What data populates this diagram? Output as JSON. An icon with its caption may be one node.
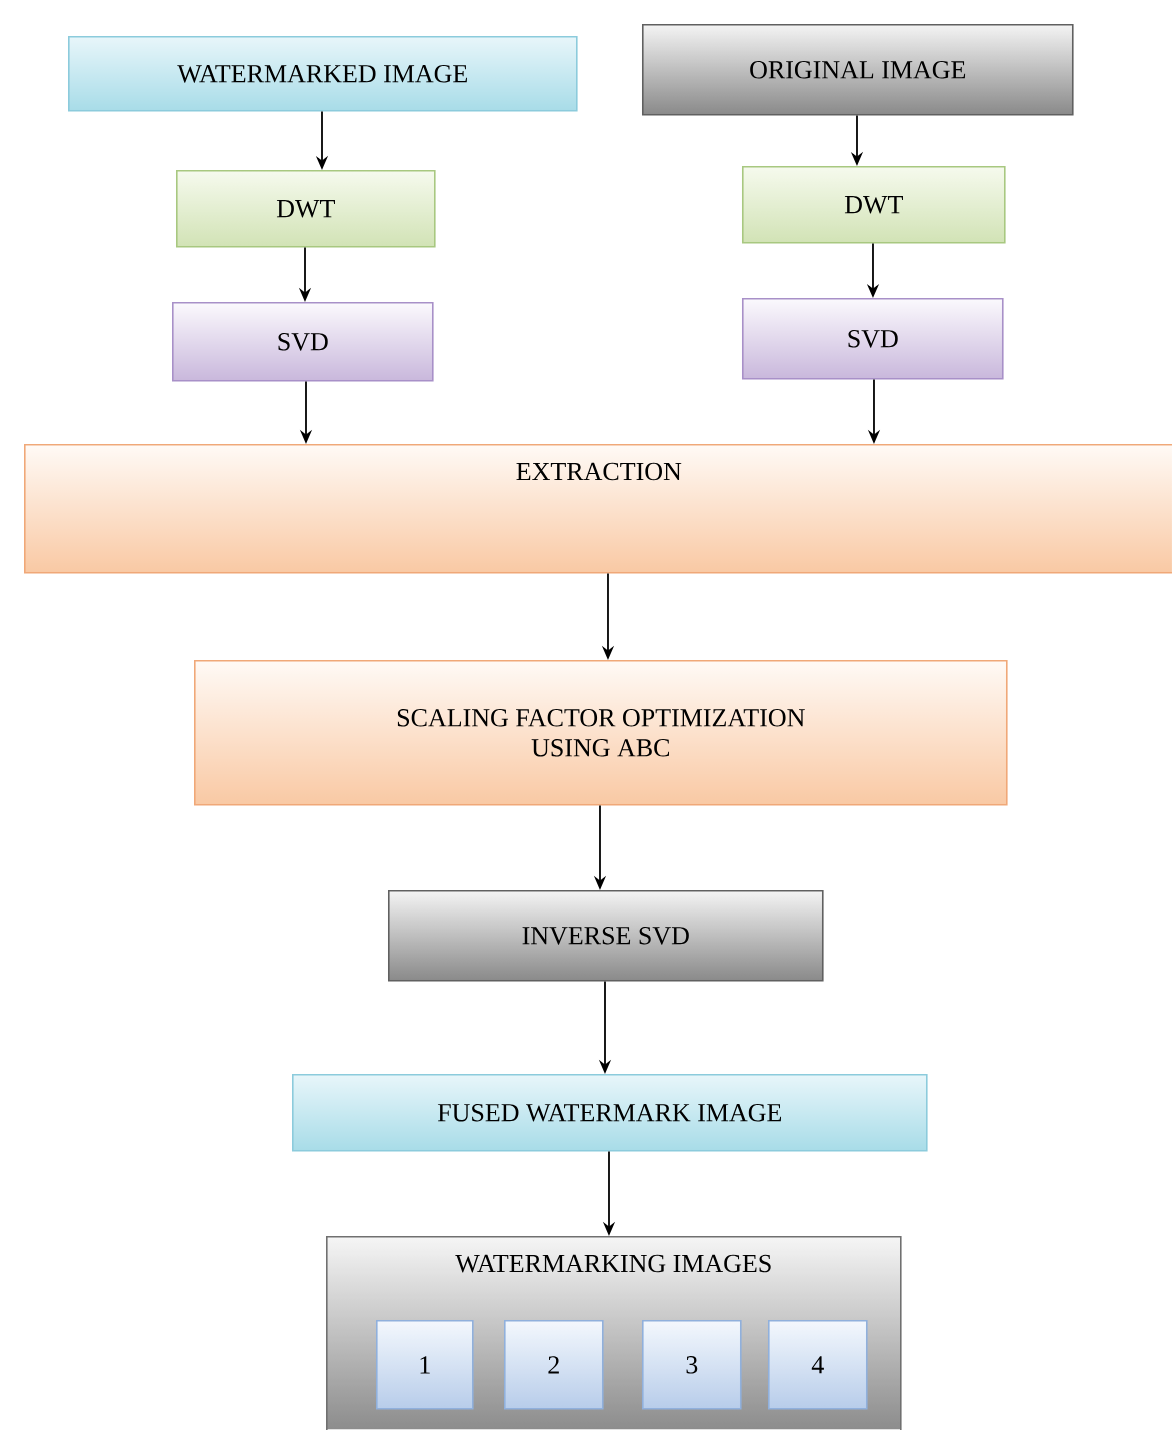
{
  "diagram": {
    "nodes": [
      {
        "text": [
          "WATERMARKED IMAGE"
        ]
      },
      {
        "text": [
          "ORIGINAL IMAGE"
        ]
      },
      {
        "text": [
          "DWT"
        ]
      },
      {
        "text": [
          "DWT"
        ]
      },
      {
        "text": [
          "SVD"
        ]
      },
      {
        "text": [
          "SVD"
        ]
      },
      {
        "text": [
          "EXTRACTION"
        ]
      },
      {
        "text": [
          "SCALING FACTOR OPTIMIZATION USING ABC"
        ]
      },
      {
        "text": [
          "INVERSE SVD"
        ]
      },
      {
        "text": [
          "FUSED WATERMARK IMAGE"
        ]
      },
      {
        "text": [
          "WATERMARKING IMAGES"
        ]
      },
      {
        "text": [
          "1"
        ],
        "in": 10
      },
      {
        "text": [
          "2"
        ],
        "in": 10
      },
      {
        "text": [
          "3"
        ],
        "in": 10
      },
      {
        "text": [
          "4"
        ],
        "in": 10
      }
    ],
    "edges": [
      {
        "from": 0,
        "to": 2,
        "arrow": "to"
      },
      {
        "from": 2,
        "to": 4,
        "arrow": "to"
      },
      {
        "from": 1,
        "to": 3,
        "arrow": "to"
      },
      {
        "from": 3,
        "to": 5,
        "arrow": "to"
      },
      {
        "from": 4,
        "to": 6,
        "arrow": "to"
      },
      {
        "from": 5,
        "to": 6,
        "arrow": "to"
      },
      {
        "from": 6,
        "to": 7,
        "arrow": "to"
      },
      {
        "from": 7,
        "to": 8,
        "arrow": "to"
      },
      {
        "from": 8,
        "to": 9,
        "arrow": "to"
      },
      {
        "from": 9,
        "to": 10,
        "arrow": "to"
      }
    ]
  }
}
